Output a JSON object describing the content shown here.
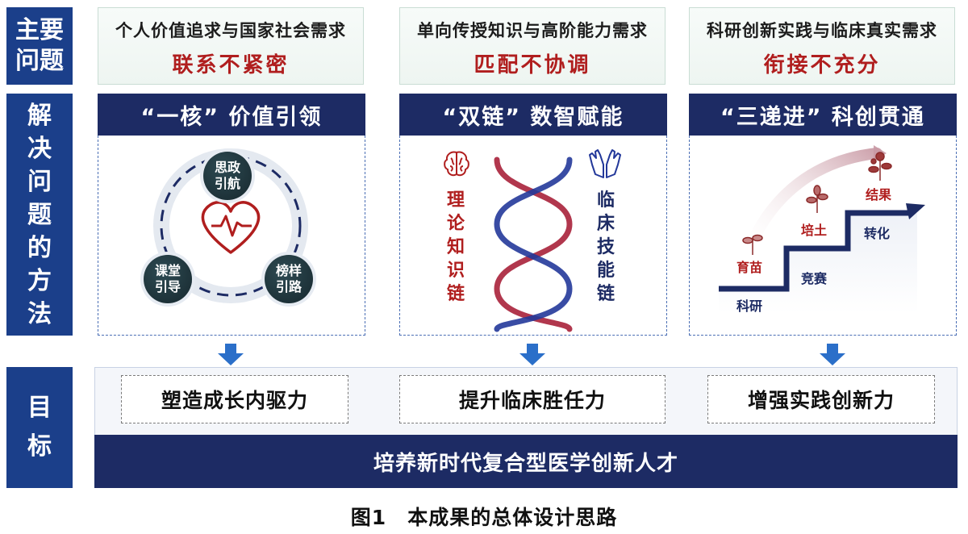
{
  "side_labels": {
    "problems": [
      "主要",
      "问题"
    ],
    "methods": [
      "解",
      "决",
      "问",
      "题",
      "的",
      "方",
      "法"
    ],
    "goals": [
      "目",
      "标"
    ]
  },
  "problems": [
    {
      "line1": "个人价值追求与国家社会需求",
      "line2": "联系不紧密"
    },
    {
      "line1": "单向传授知识与高阶能力需求",
      "line2": "匹配不协调"
    },
    {
      "line1": "科研创新实践与临床真实需求",
      "line2": "衔接不充分"
    }
  ],
  "methods": [
    {
      "title": "“一核”  价值引领",
      "badges": [
        [
          "思政",
          "引航"
        ],
        [
          "课堂",
          "引导"
        ],
        [
          "榜样",
          "引路"
        ]
      ],
      "center_icon": "heart-pulse-icon"
    },
    {
      "title": "“双链”  数智赋能",
      "left_chain": [
        "理",
        "论",
        "知",
        "识",
        "链"
      ],
      "right_chain": [
        "临",
        "床",
        "技",
        "能",
        "链"
      ],
      "left_icon": "brain-icon",
      "right_icon": "hands-icon"
    },
    {
      "title": "“三递进”  科创贯通",
      "stages": [
        "育苗",
        "培土",
        "结果"
      ],
      "steps": [
        "科研",
        "竞赛",
        "转化"
      ]
    }
  ],
  "goals": [
    "塑造成长内驱力",
    "提升临床胜任力",
    "增强实践创新力"
  ],
  "bottom_goal": "培养新时代复合型医学创新人才",
  "caption": "图1　本成果的总体设计思路",
  "colors": {
    "navy": "#1d2b64",
    "blue": "#1b3f8a",
    "red": "#b01e1e",
    "arrow": "#2b6fc9"
  }
}
